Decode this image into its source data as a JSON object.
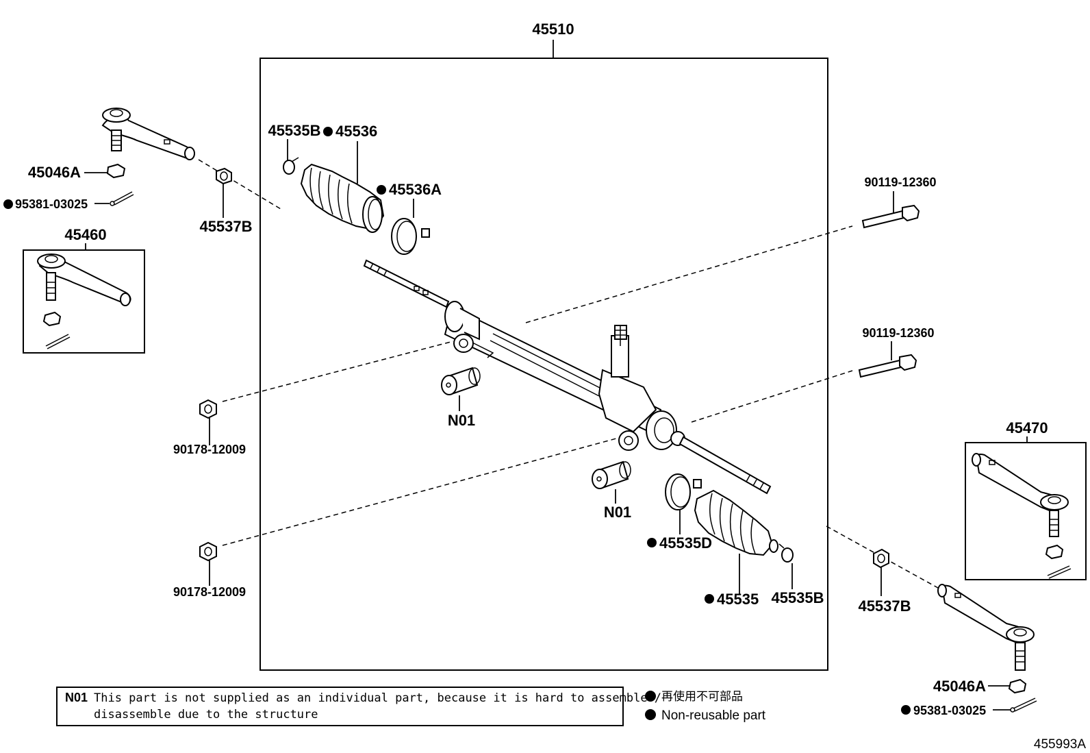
{
  "assembly_number": "45510",
  "diagram_id": "455993A",
  "labels": {
    "boot_clamp_upper": "45535B",
    "boot_upper": "45536",
    "boot_band_upper": "45536A",
    "tie_rod_end_lh_top": "45046A",
    "cotter_pin_top": "95381-03025",
    "lock_nut_top": "45537B",
    "tie_rod_end_set_lh": "45460",
    "bolt_upper": "90119-12360",
    "bolt_lower": "90119-12360",
    "nut_upper": "90178-12009",
    "nut_lower": "90178-12009",
    "bushing_upper": "N01",
    "bushing_lower": "N01",
    "tie_rod_end_set_rh": "45470",
    "boot_band_lower": "45535D",
    "boot_lower": "45535",
    "boot_clamp_lower": "45535B",
    "lock_nut_bottom": "45537B",
    "nut_bottom": "45046A",
    "cotter_pin_bottom": "95381-03025"
  },
  "note": {
    "code": "N01",
    "line1": "This part is not supplied as an individual part, because it is hard to assemble /",
    "line2": "disassemble due to the structure"
  },
  "legend": {
    "japanese": "再使用不可部品",
    "english": "Non-reusable part"
  }
}
